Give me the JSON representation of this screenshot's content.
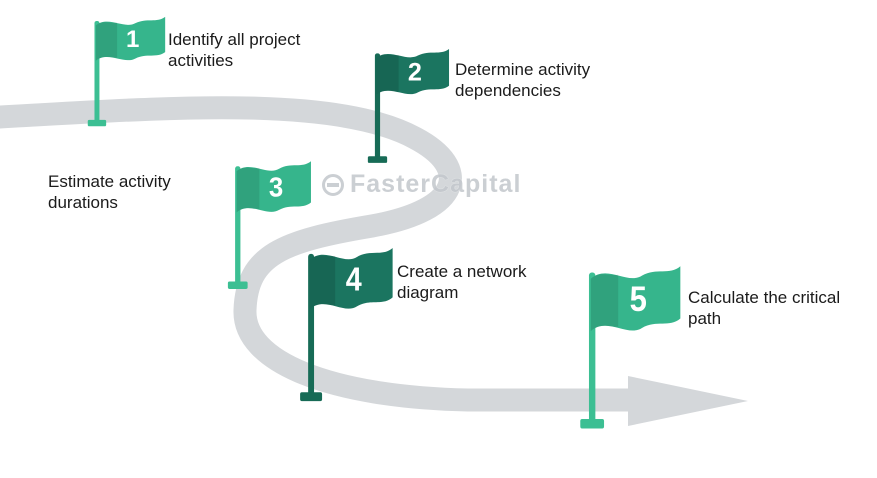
{
  "diagram": {
    "watermark": "FasterCapital",
    "steps": [
      {
        "number": "1",
        "label": "Identify all project activities"
      },
      {
        "number": "2",
        "label": "Determine activity dependencies"
      },
      {
        "number": "3",
        "label": "Estimate activity durations"
      },
      {
        "number": "4",
        "label": "Create a network diagram"
      },
      {
        "number": "5",
        "label": "Calculate the critical path"
      }
    ],
    "colors": {
      "flag_light": "#36b58c",
      "flag_dark": "#1b7560",
      "road_gray": "#d4d7da",
      "text": "#1b1b1b"
    }
  }
}
